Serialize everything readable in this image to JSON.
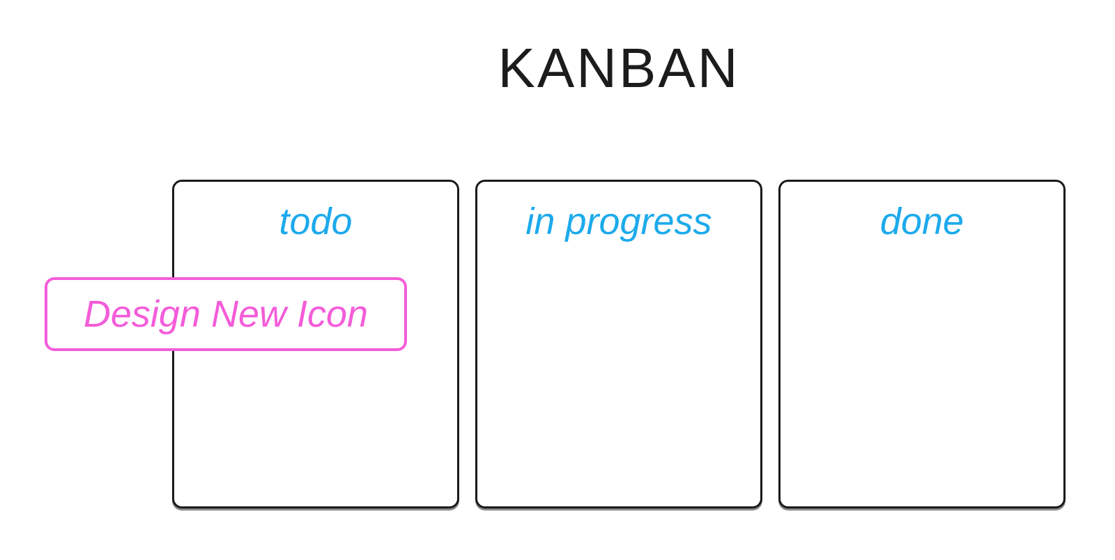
{
  "app": {
    "title": "KANBAN"
  },
  "board": {
    "columns": [
      {
        "id": "todo",
        "label": "todo"
      },
      {
        "id": "in-progress",
        "label": "in progress"
      },
      {
        "id": "done",
        "label": "done"
      }
    ]
  },
  "card": {
    "label": "Design New Icon"
  },
  "colors": {
    "column_label": "#1caaec",
    "card_accent": "#f45cd9",
    "outline": "#1a1a1a",
    "title": "#1c1c1c",
    "background": "#ffffff"
  }
}
